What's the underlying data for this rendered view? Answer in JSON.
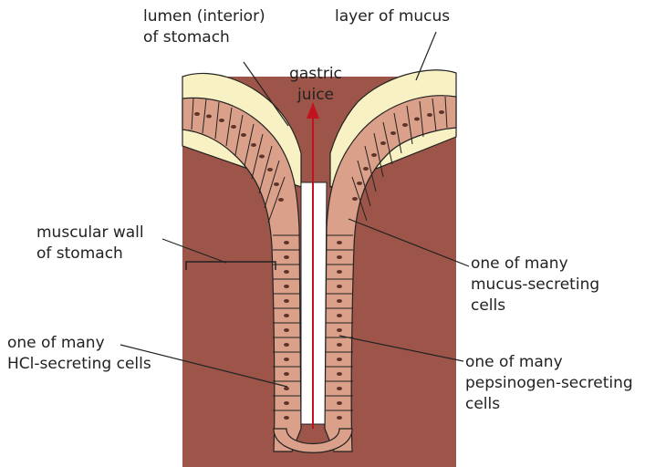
{
  "labels": {
    "lumen": [
      "lumen (interior)",
      "of stomach"
    ],
    "mucus_layer": "layer of mucus",
    "gastric_juice": [
      "gastric",
      "juice"
    ],
    "muscular_wall": [
      "muscular wall",
      "of stomach"
    ],
    "hcl_cells": [
      "one of many",
      "HCl-secreting cells"
    ],
    "mucus_cells": [
      "one of many",
      "mucus-secreting",
      "cells"
    ],
    "pepsinogen_cells": [
      "one of many",
      "pepsinogen-secreting",
      "cells"
    ]
  },
  "colors": {
    "muscle": "#9c5548",
    "epithelium": "#dba08a",
    "nucleus": "#5e342a",
    "mucus": "#f8f1c3",
    "arrow": "#c1121f",
    "line": "#222222"
  }
}
